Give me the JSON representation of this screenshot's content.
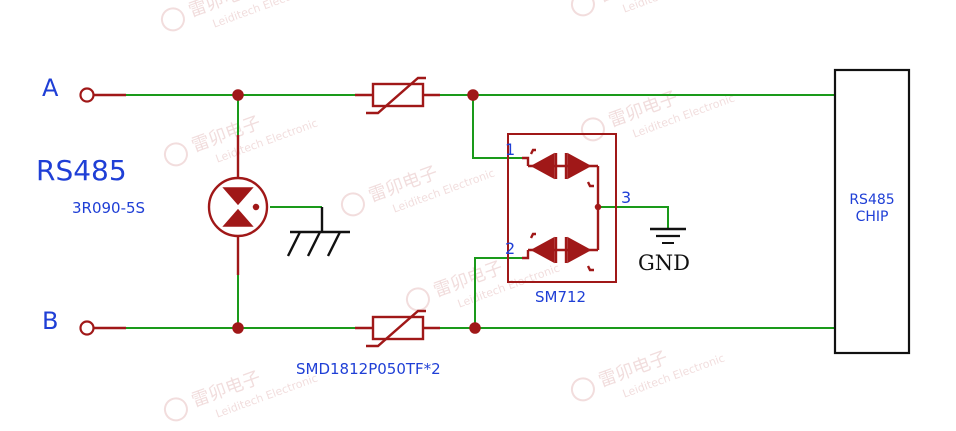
{
  "nodes": {
    "a": "A",
    "b": "B",
    "bus": "RS485"
  },
  "components": {
    "gdt": "3R090-5S",
    "ptc": "SMD1812P050TF*2",
    "tvs": "SM712",
    "tvs_pins": [
      "1",
      "2",
      "3"
    ],
    "gnd": "GND",
    "chip_line1": "RS485",
    "chip_line2": "CHIP"
  },
  "watermark": {
    "cn": "雷卯电子",
    "en": "Leiditech Electronic"
  },
  "colors": {
    "wire": "#1a9a1a",
    "component": "#a01818",
    "label": "#1f3fd6"
  }
}
